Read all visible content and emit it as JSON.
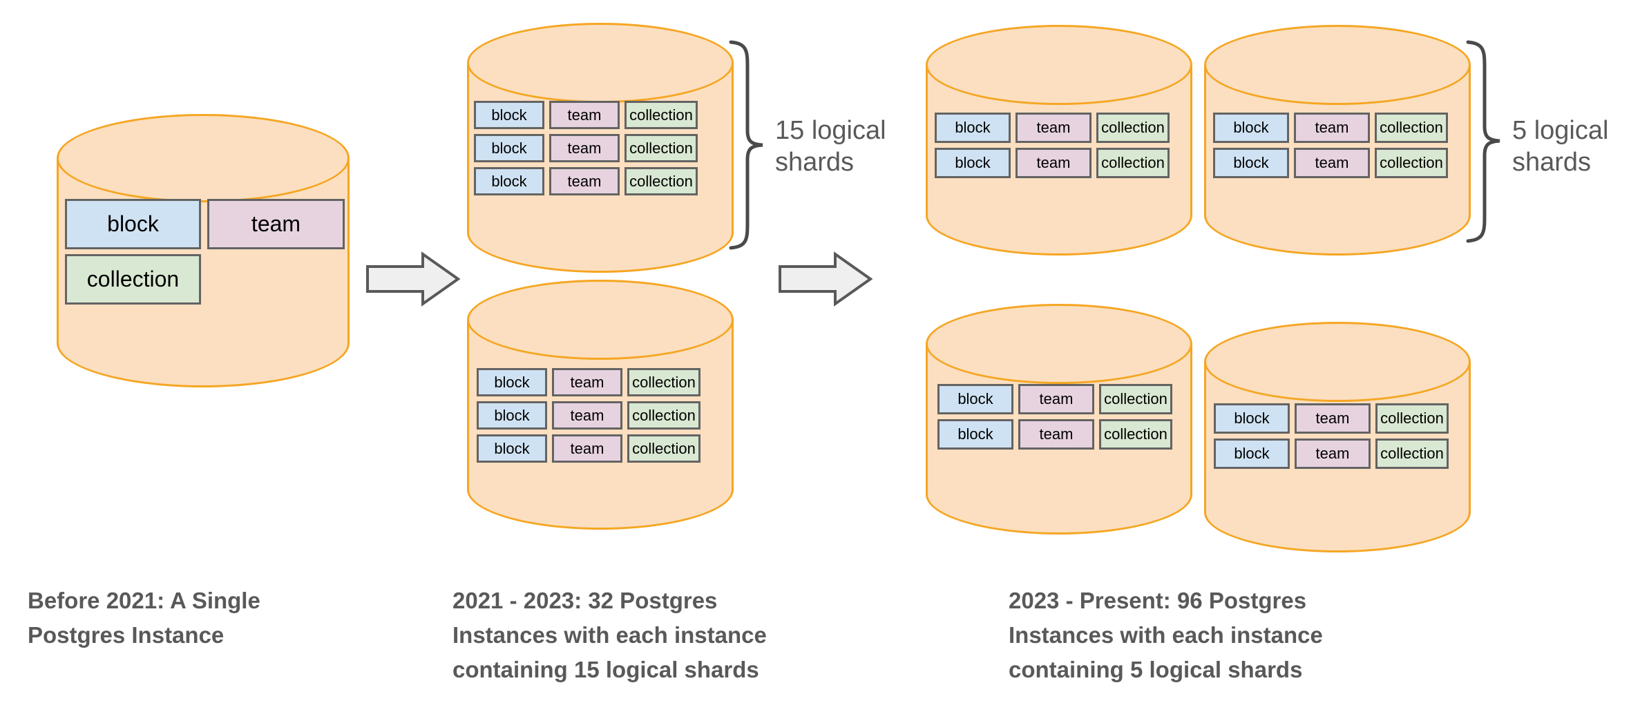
{
  "diagram": {
    "title_semantic": "notion-postgres-sharding-evolution",
    "shard_table_labels": {
      "block": "block",
      "team": "team",
      "collection": "collection"
    },
    "colors": {
      "cylinder_fill": "#fbdfc0",
      "cylinder_stroke": "#f5a623",
      "block_fill": "#cfe2f3",
      "team_fill": "#e7d3e0",
      "collection_fill": "#d9e8d2",
      "shard_stroke": "#636363",
      "arrow_fill": "#efefef",
      "arrow_stroke": "#595959",
      "text": "#595959",
      "background": "#ffffff"
    }
  },
  "stages": [
    {
      "id": "stage-1",
      "caption": "Before 2021: A Single\nPostgres Instance",
      "instances": 1,
      "shards_per_instance": null,
      "shard_rows": [
        [
          "block",
          "team"
        ],
        [
          "collection"
        ]
      ]
    },
    {
      "id": "stage-2",
      "caption": "2021 - 2023: 32 Postgres\nInstances with each instance\ncontaining 15 logical shards",
      "instances": 32,
      "shards_per_instance": 15,
      "brace_label": "15 logical\nshards",
      "shard_rows": [
        [
          "block",
          "team",
          "collection"
        ],
        [
          "block",
          "team",
          "collection"
        ],
        [
          "block",
          "team",
          "collection"
        ]
      ]
    },
    {
      "id": "stage-3",
      "caption": "2023 - Present: 96 Postgres\nInstances with each instance\ncontaining 5 logical shards",
      "instances": 96,
      "shards_per_instance": 5,
      "brace_label": "5 logical\nshards",
      "shard_rows": [
        [
          "block",
          "team",
          "collection"
        ],
        [
          "block",
          "team",
          "collection"
        ]
      ]
    }
  ],
  "arrows": [
    {
      "id": "arrow-1",
      "name": "transition-arrow-stage1-to-stage2"
    },
    {
      "id": "arrow-2",
      "name": "transition-arrow-stage2-to-stage3"
    }
  ]
}
